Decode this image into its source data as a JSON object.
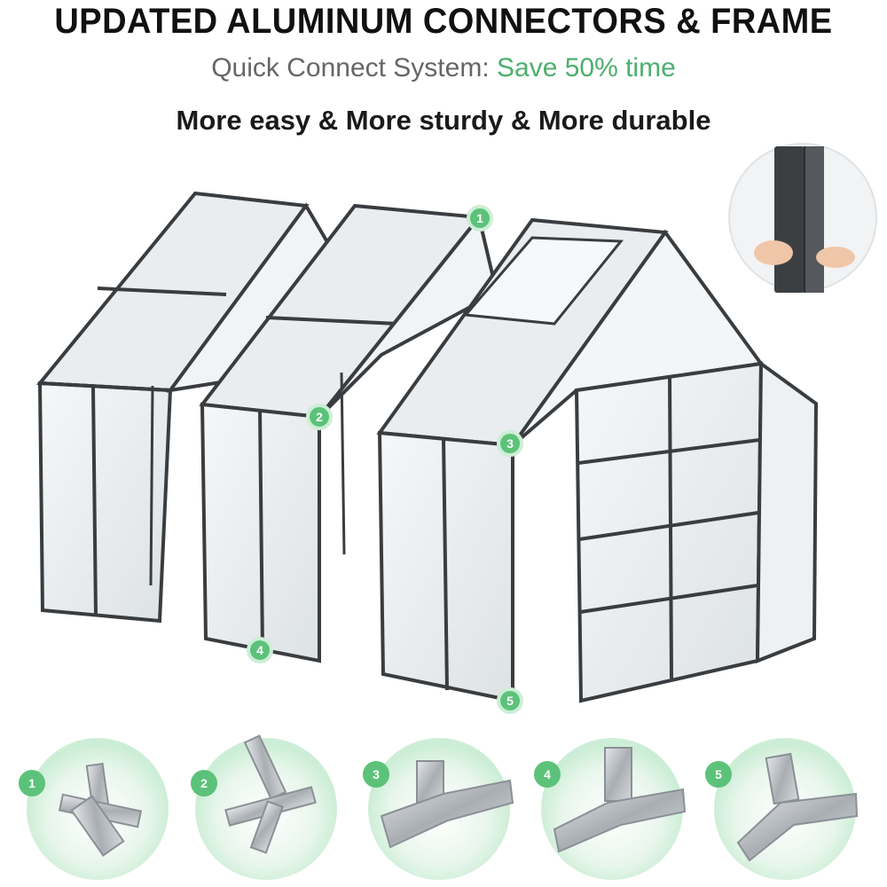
{
  "header": {
    "title": "UPDATED ALUMINUM CONNECTORS & FRAME",
    "subtitle_prefix": "Quick Connect System: ",
    "subtitle_accent": "Save 50% time",
    "tagline": "More easy & More sturdy & More durable"
  },
  "markers": [
    "1",
    "2",
    "3",
    "4",
    "5"
  ],
  "connectors": [
    {
      "number": "1",
      "icon": "cross-connector-icon"
    },
    {
      "number": "2",
      "icon": "cross-connector-angled-icon"
    },
    {
      "number": "3",
      "icon": "t-connector-icon"
    },
    {
      "number": "4",
      "icon": "t-connector-base-icon"
    },
    {
      "number": "5",
      "icon": "corner-connector-icon"
    }
  ],
  "colors": {
    "accent": "#4caf6d",
    "frame": "#3a3d40",
    "panel": "#eef1f3",
    "marker": "#5cc27a"
  }
}
